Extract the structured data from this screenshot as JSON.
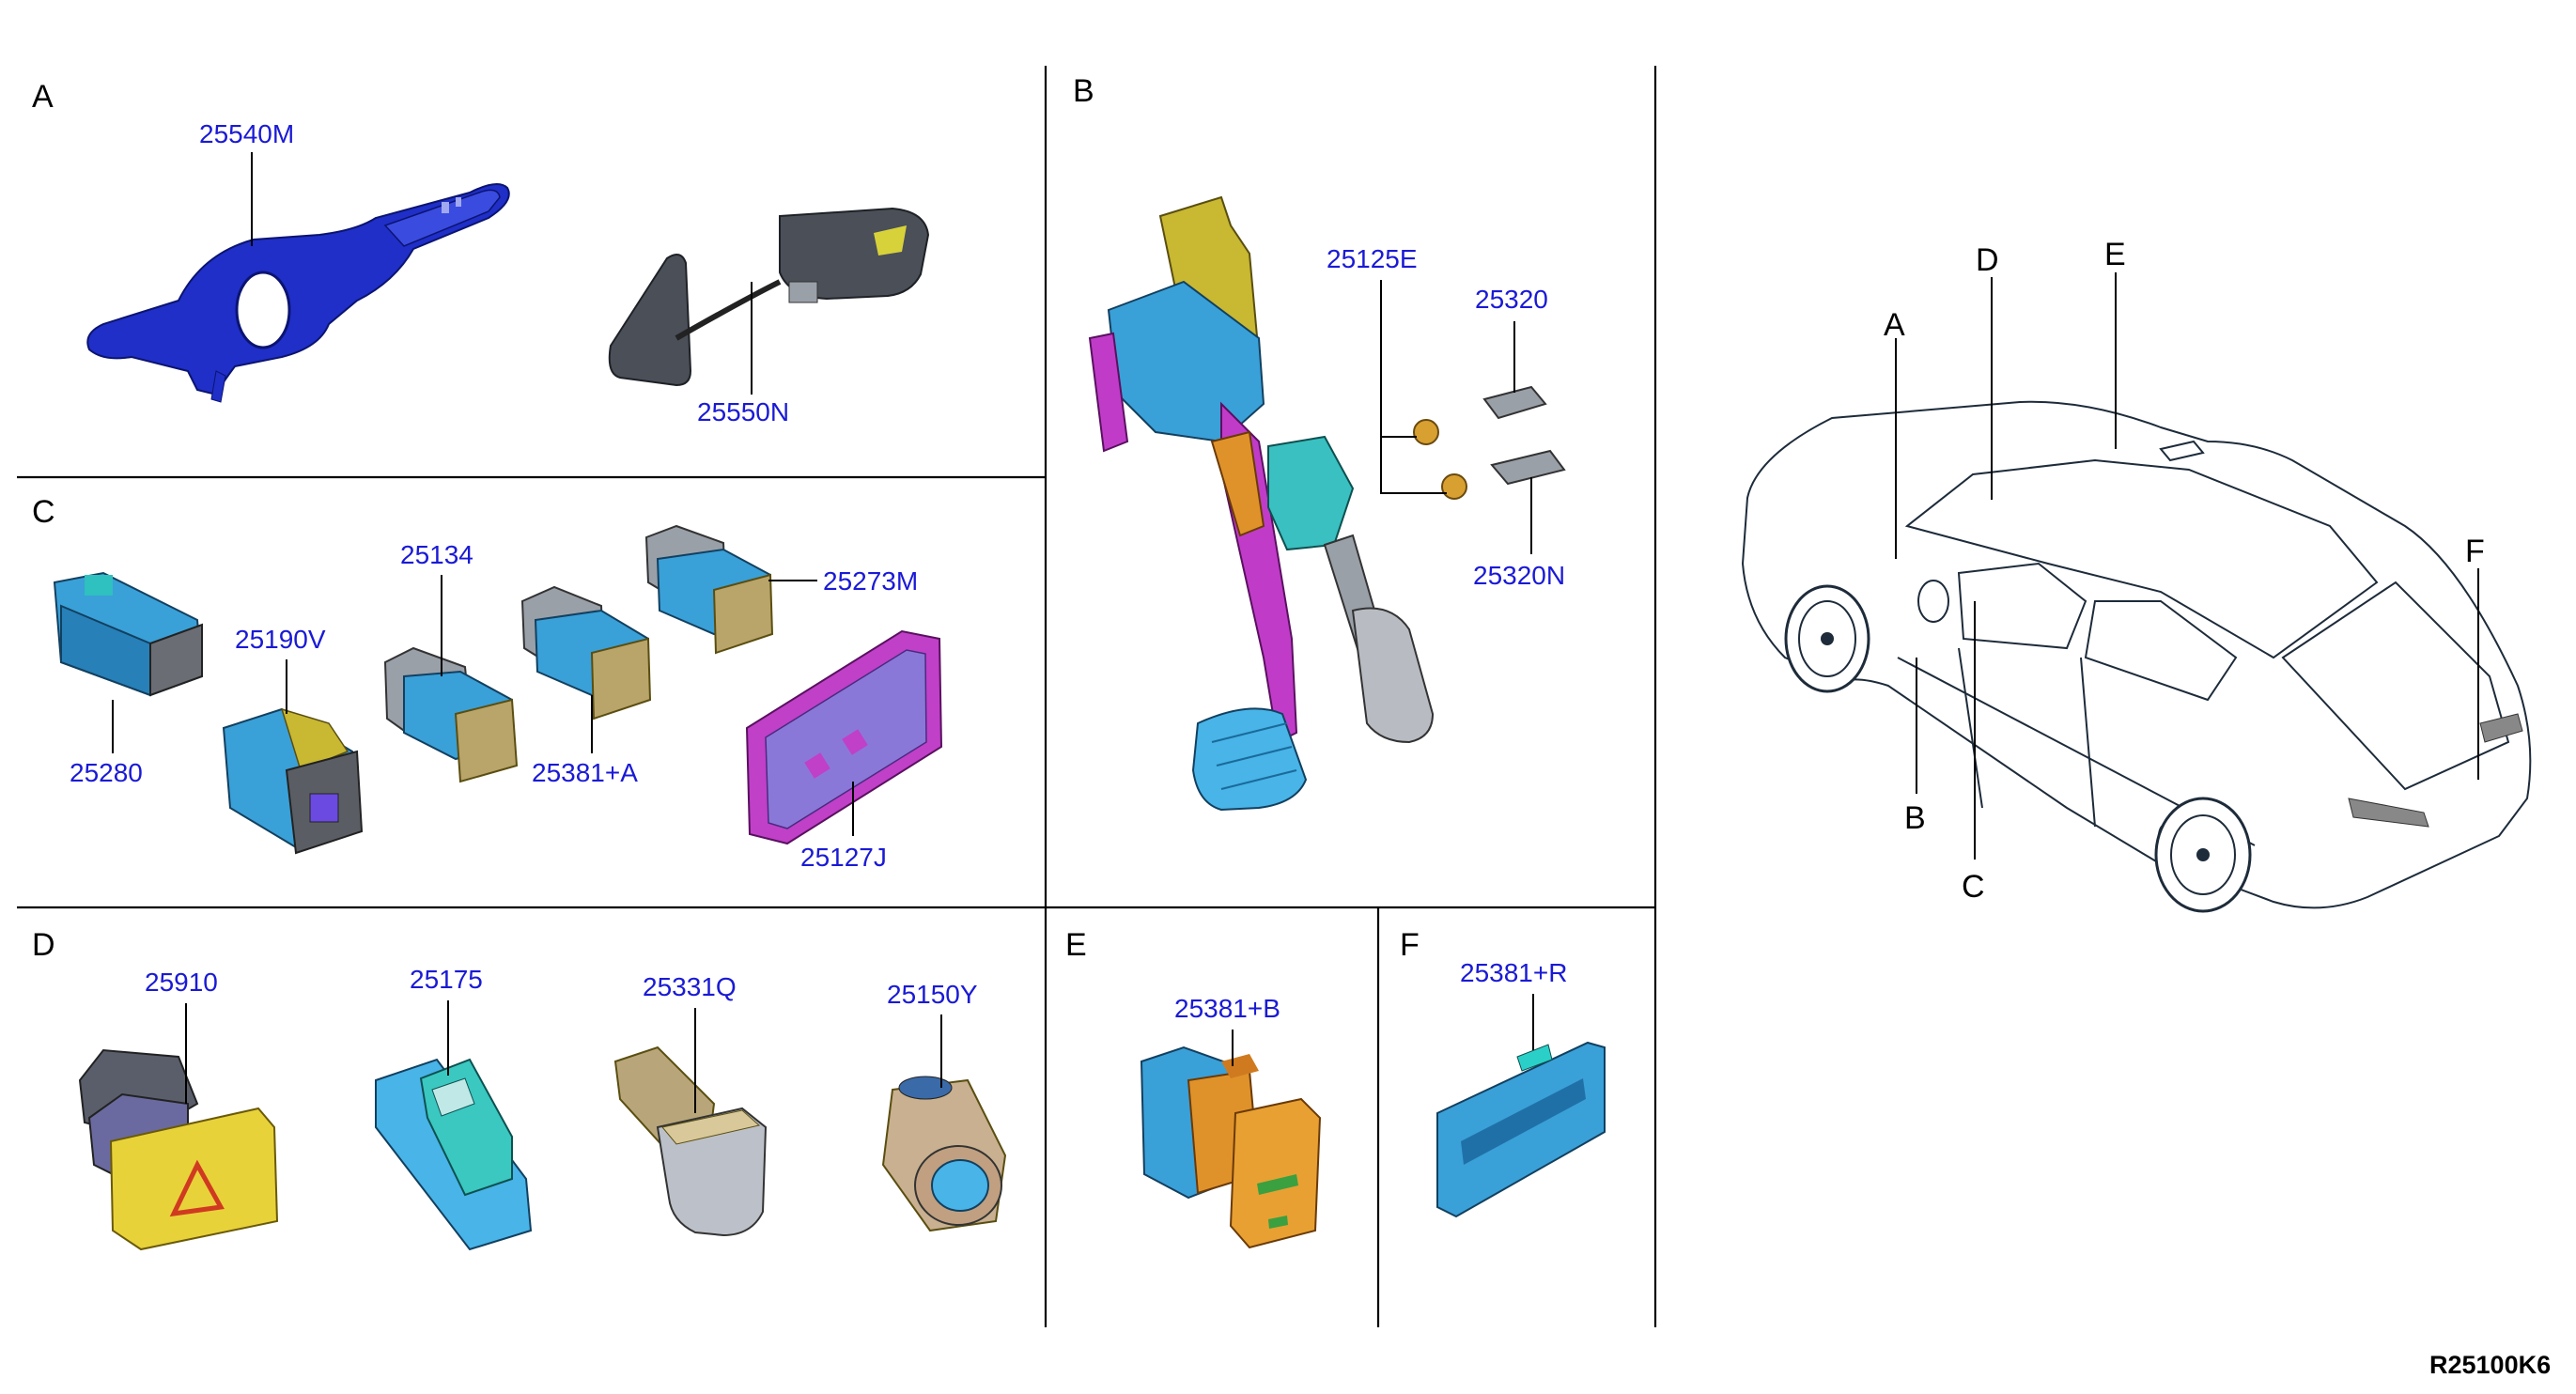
{
  "sections": {
    "A": "A",
    "B": "B",
    "C": "C",
    "D": "D",
    "E": "E",
    "F": "F"
  },
  "parts": {
    "p25540M": "25540M",
    "p25550N": "25550N",
    "p25125E": "25125E",
    "p25320": "25320",
    "p25320N": "25320N",
    "p25134": "25134",
    "p25273M": "25273M",
    "p25190V": "25190V",
    "p25280": "25280",
    "p25381A": "25381+A",
    "p25127J": "25127J",
    "p25910": "25910",
    "p25175": "25175",
    "p25331Q": "25331Q",
    "p25150Y": "25150Y",
    "p25381B": "25381+B",
    "p25381R": "25381+R"
  },
  "car_labels": {
    "A": "A",
    "B": "B",
    "C": "C",
    "D": "D",
    "E": "E",
    "F": "F"
  },
  "reference": "R25100K6",
  "colors": {
    "part_number_text": "#1a1ad6",
    "stalk_blue": "#1f2fc8",
    "switch_cyan": "#3aa0d8",
    "switch_tan": "#b9a46a",
    "pedal_magenta": "#c03cc8",
    "pedal_yellow": "#c8b832",
    "hazard_yellow": "#e8d23a",
    "connector_magenta": "#c040c8",
    "orange_switch": "#e0922a"
  }
}
